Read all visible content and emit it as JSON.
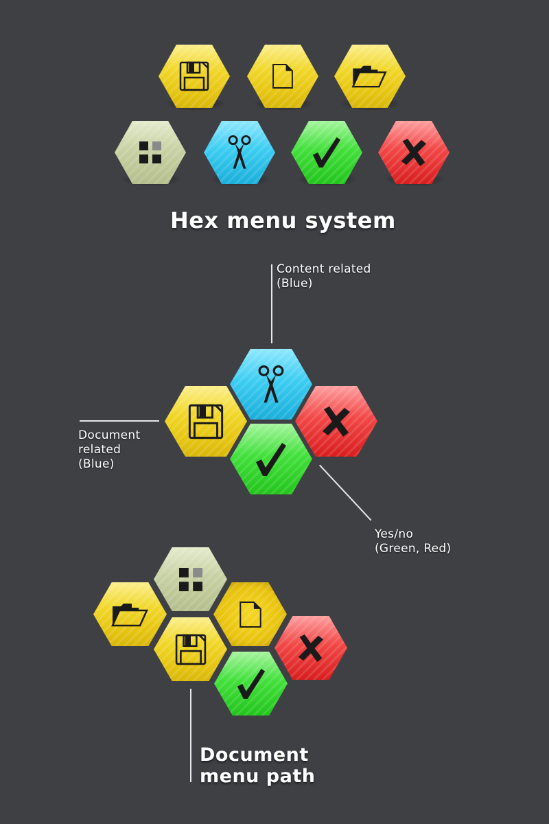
{
  "colors": {
    "background": "#3f4044",
    "yellow": "#f1d72a",
    "sage": "#c8d1a4",
    "blue": "#3ccdf2",
    "green": "#43e03c",
    "red": "#f24747",
    "icon": "#1a1a1a",
    "text": "#ffffff"
  },
  "section1": {
    "row1": [
      {
        "icon": "save-icon",
        "color": "yellow"
      },
      {
        "icon": "new-document-icon",
        "color": "yellow"
      },
      {
        "icon": "open-folder-icon",
        "color": "yellow"
      }
    ],
    "row2": [
      {
        "icon": "grid-icon",
        "color": "sage"
      },
      {
        "icon": "scissors-icon",
        "color": "blue"
      },
      {
        "icon": "checkmark-icon",
        "color": "green"
      },
      {
        "icon": "cross-icon",
        "color": "red"
      }
    ],
    "title": "Hex menu system"
  },
  "section2": {
    "labels": {
      "content": "Content related\n(Blue)",
      "document": "Document\nrelated\n(Blue)",
      "yesno": "Yes/no\n(Green, Red)"
    },
    "hexes": [
      {
        "icon": "scissors-icon",
        "color": "blue"
      },
      {
        "icon": "save-icon",
        "color": "yellow"
      },
      {
        "icon": "cross-icon",
        "color": "red"
      },
      {
        "icon": "checkmark-icon",
        "color": "green"
      }
    ]
  },
  "section3": {
    "hexes": [
      {
        "icon": "grid-icon",
        "color": "sage"
      },
      {
        "icon": "open-folder-icon",
        "color": "yellow"
      },
      {
        "icon": "new-document-icon",
        "color": "yellow"
      },
      {
        "icon": "save-icon",
        "color": "yellow"
      },
      {
        "icon": "cross-icon",
        "color": "red"
      },
      {
        "icon": "checkmark-icon",
        "color": "green"
      }
    ],
    "label": "Document\nmenu path"
  }
}
